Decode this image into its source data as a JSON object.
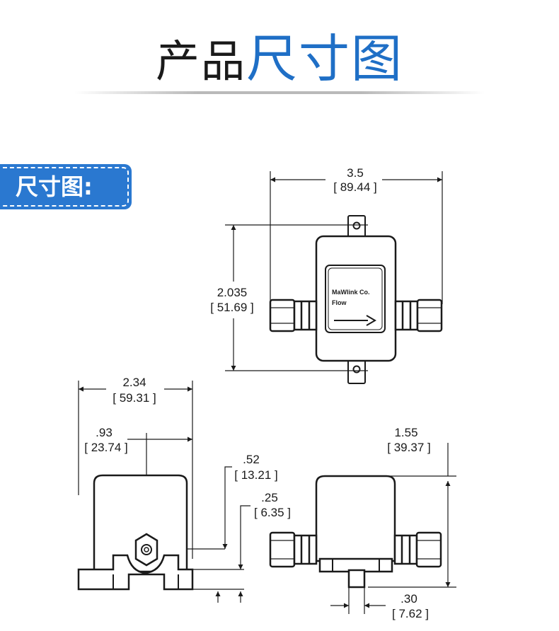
{
  "header": {
    "title_dark": "产品",
    "title_blue": "尺寸图"
  },
  "section": {
    "label": "尺寸图:"
  },
  "top_view": {
    "width_in": "3.5",
    "width_mm": "[ 89.44 ]",
    "height_in": "2.035",
    "height_mm": "[ 51.69 ]",
    "label_company": "MaWlink Co.",
    "label_flow": "Flow"
  },
  "side_view": {
    "width_in": "2.34",
    "width_mm": "[ 59.31 ]",
    "offset_in": ".93",
    "offset_mm": "[ 23.74 ]",
    "port_height_in": ".52",
    "port_height_mm": "[ 13.21 ]",
    "base_height_in": ".25",
    "base_height_mm": "[ 6.35 ]"
  },
  "front_view": {
    "height_in": "1.55",
    "height_mm": "[ 39.37 ]",
    "foot_width_in": ".30",
    "foot_width_mm": "[ 7.62 ]"
  }
}
